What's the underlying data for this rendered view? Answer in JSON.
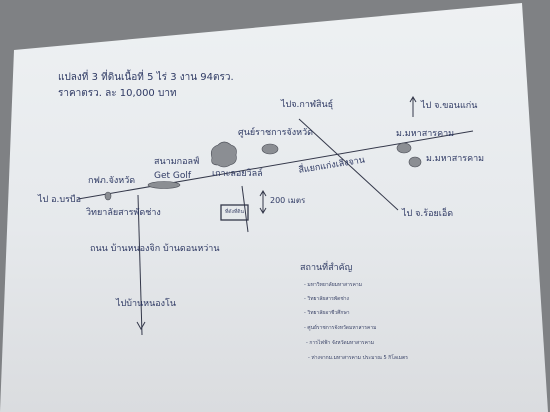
{
  "header": {
    "line1": "แปลงที่  3   ที่ดินเนื้อที่  5  ไร่  3  งาน 94ตรว.",
    "line2": "ราคาตรว.  ละ  10,000  บาท"
  },
  "map": {
    "labels": {
      "kalasin": "ไปจ.กาฬสินธุ์",
      "khonkaen": "ไป  จ.ขอนแก่น",
      "govcenter": "ศูนย์ราชการจังหวัด",
      "msu1": "ม.มหาสารคาม",
      "msu2": "ม.มหาสารคาม",
      "golf": "สนามกอลฟ์",
      "getgolf": "Get Golf",
      "island": "เกาะลอยวิลล์",
      "police": "กฟภ.จังหวัด",
      "borabue": "ไป อ.บรบือ",
      "intersection": "สี่แยกแก่งเลิงจาน",
      "college": "วิทยาลัยสารพัดช่าง",
      "distance": "200 เมตร",
      "plot": "ที่ดังที่ดิน",
      "roiet": "ไป  จ.ร้อยเอ็ด",
      "road": "ถนน  บ้านหนองจิก  บ้านดอนหว่าน",
      "nongno": "ไปบ้านหนองโน"
    }
  },
  "places": {
    "heading": "สถานที่สำคัญ",
    "items": [
      "- มหาวิทยาลัยมหาสารคาม",
      "- วิทยาลัยสารพัดช่าง",
      "- วิทยาลัยอาชีวศึกษา",
      "- ศูนย์ราชการจังหวัดมหาสารคาม",
      "- การไฟฟ้า จังหวัดมหาสารคาม",
      "- ห่างจากม.มหาสารคาม  ประมาณ  5  กิโลเมตร"
    ]
  },
  "colors": {
    "ink": "#2f3a64",
    "lines": "#34384a",
    "landmark_fill": "#8b8e93"
  }
}
